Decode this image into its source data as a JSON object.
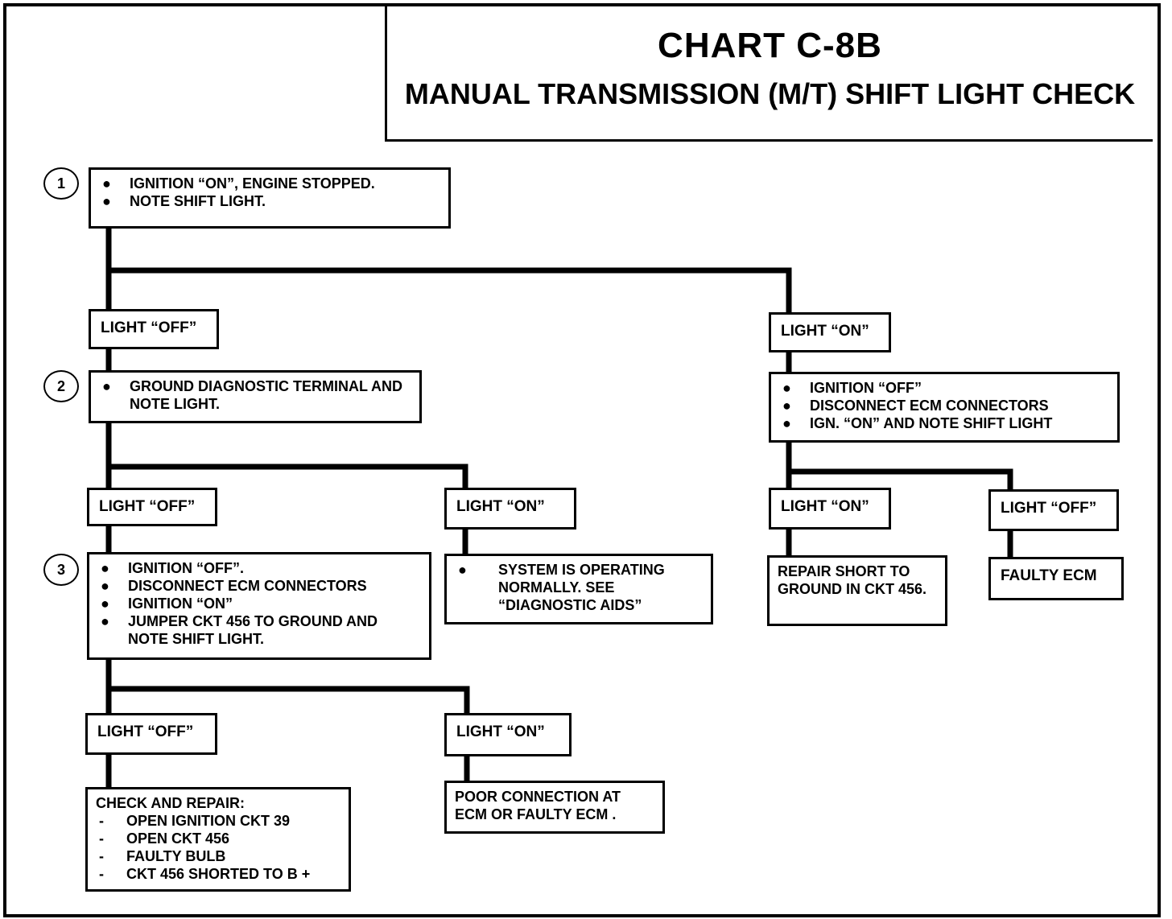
{
  "header": {
    "title": "CHART C-8B",
    "subtitle": "MANUAL TRANSMISSION (M/T) SHIFT LIGHT CHECK"
  },
  "steps": [
    "1",
    "2",
    "3"
  ],
  "boxes": {
    "step1": [
      "IGNITION “ON”, ENGINE STOPPED.",
      "NOTE SHIFT LIGHT."
    ],
    "step1_off": "LIGHT “OFF”",
    "step1_on": "LIGHT “ON”",
    "step2": [
      "GROUND DIAGNOSTIC TERMINAL AND NOTE LIGHT."
    ],
    "right_check": [
      "IGNITION “OFF”",
      "DISCONNECT ECM  CONNECTORS",
      "IGN. “ON” AND NOTE SHIFT LIGHT"
    ],
    "step2_off": "LIGHT “OFF”",
    "step2_on": "LIGHT “ON”",
    "right_on": "LIGHT “ON”",
    "right_off": "LIGHT “OFF”",
    "step3": [
      "IGNITION “OFF”.",
      "DISCONNECT ECM CONNECTORS",
      "IGNITION “ON”",
      "JUMPER CKT 456 TO GROUND AND NOTE SHIFT LIGHT."
    ],
    "system_ok": [
      "SYSTEM IS OPERATING NORMALLY.  SEE “DIAGNOSTIC AIDS”"
    ],
    "repair_short": "REPAIR SHORT TO GROUND IN CKT 456.",
    "faulty_ecm": "FAULTY ECM",
    "step3_off": "LIGHT “OFF”",
    "step3_on": "LIGHT “ON”",
    "check_repair": {
      "heading": "CHECK AND REPAIR:",
      "items": [
        "OPEN IGNITION CKT 39",
        "OPEN CKT 456",
        "FAULTY BULB",
        "CKT 456 SHORTED TO B +"
      ]
    },
    "poor_connection": "POOR CONNECTION AT ECM OR FAULTY ECM ."
  }
}
